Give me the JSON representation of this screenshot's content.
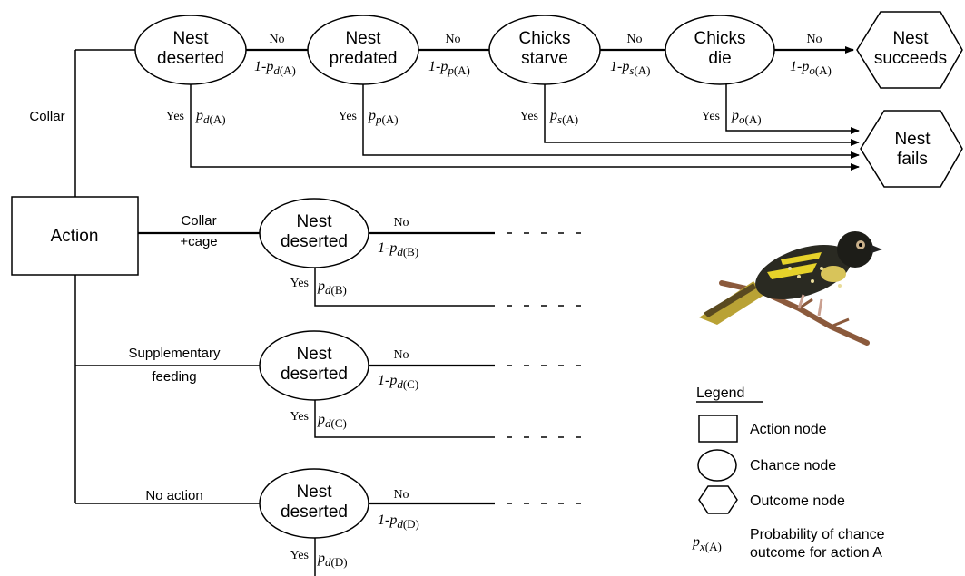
{
  "nodes": {
    "action": "Action",
    "nest_deserted": [
      "Nest",
      "deserted"
    ],
    "nest_predated": [
      "Nest",
      "predated"
    ],
    "chicks_starve": [
      "Chicks",
      "starve"
    ],
    "chicks_die": [
      "Chicks",
      "die"
    ],
    "nest_succeeds": [
      "Nest",
      "succeeds"
    ],
    "nest_fails": [
      "Nest",
      "fails"
    ]
  },
  "branches": {
    "collar": "Collar",
    "collar_cage": [
      "Collar",
      "+cage"
    ],
    "supplementary": [
      "Supplementary",
      "feeding"
    ],
    "no_action": "No action"
  },
  "outcomes": {
    "yes": "Yes",
    "no": "No"
  },
  "probabilities": {
    "one_minus": "1-",
    "p": "p",
    "d": "d",
    "p_sub": "p",
    "s": "s",
    "o": "o",
    "A": "(A)",
    "B": "(B)",
    "C": "(C)",
    "D": "(D)",
    "x": "x"
  },
  "legend": {
    "title": "Legend",
    "action_node": "Action node",
    "chance_node": "Chance node",
    "outcome_node": "Outcome node",
    "prob_line1": "Probability of chance",
    "prob_line2": "outcome for action A"
  },
  "image": {
    "subject": "regent honeyeater bird perched on branch"
  }
}
